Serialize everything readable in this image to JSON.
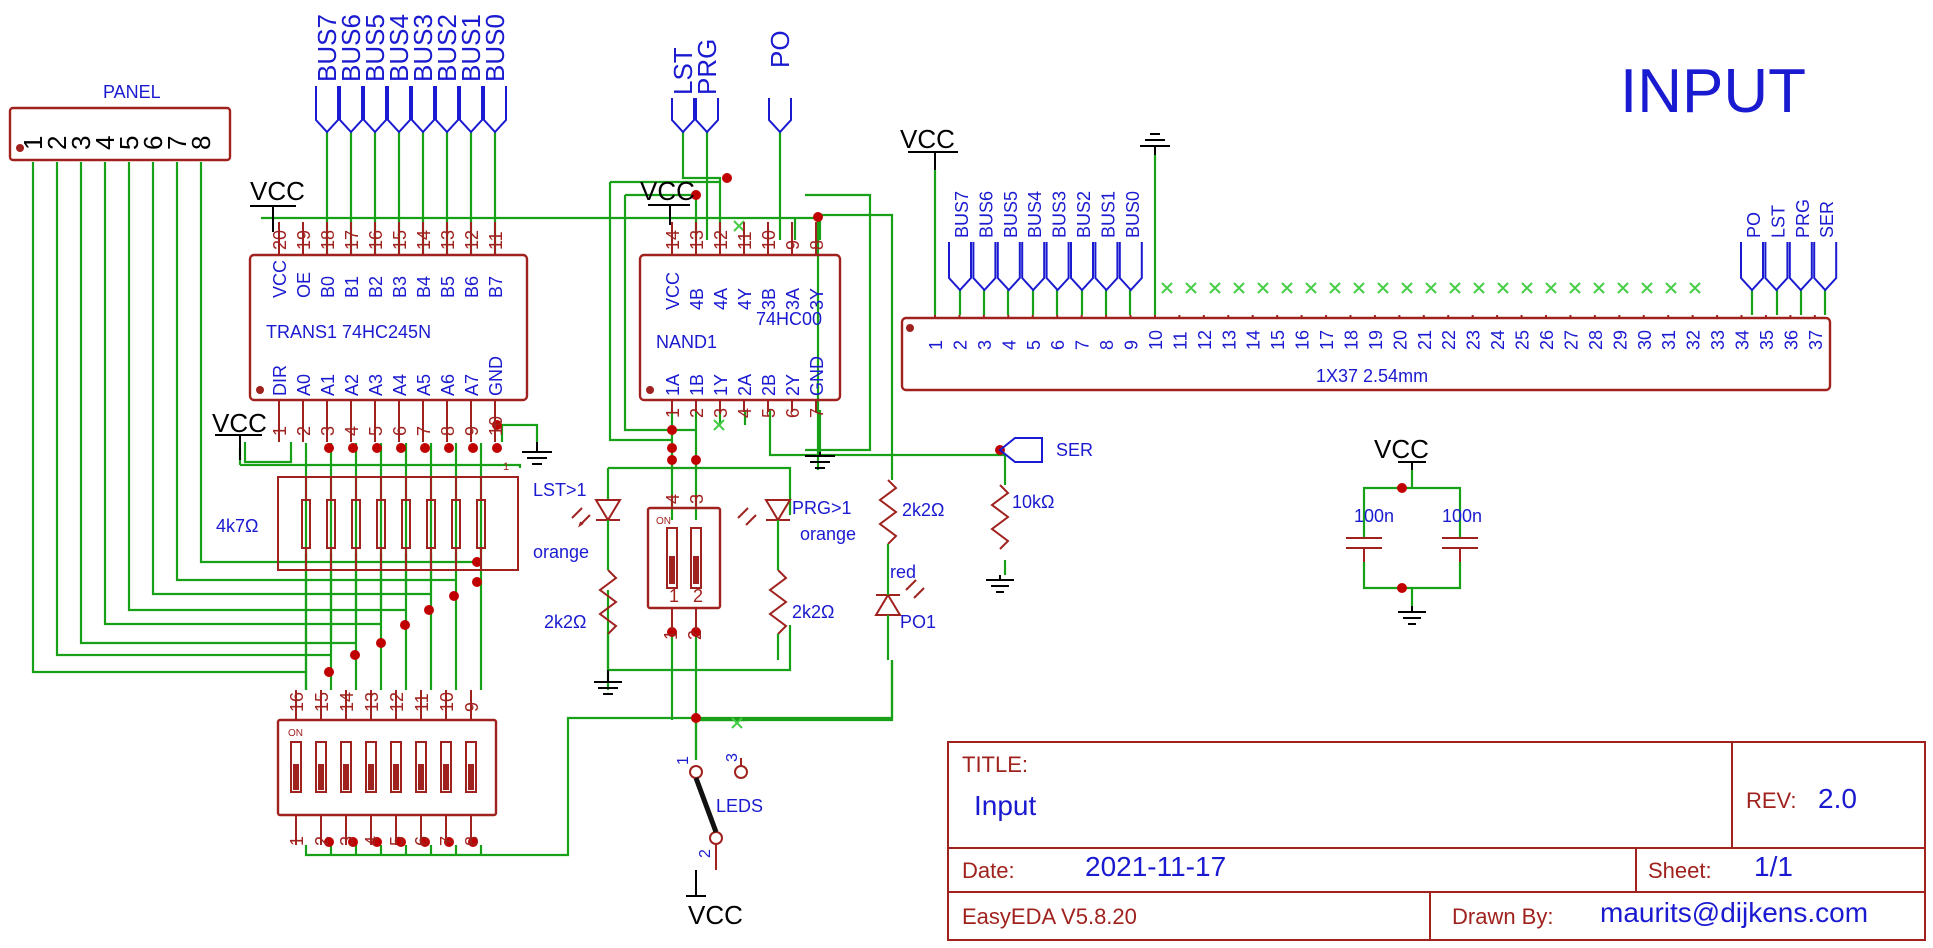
{
  "title_text": "INPUT",
  "components": {
    "panel": {
      "label": "PANEL",
      "pins": [
        "1",
        "2",
        "3",
        "4",
        "5",
        "6",
        "7",
        "8"
      ]
    },
    "trans": {
      "name": "TRANS1 74HC245N",
      "top_pin_names": [
        "VCC",
        "OE",
        "B0",
        "B1",
        "B2",
        "B3",
        "B4",
        "B5",
        "B6",
        "B7"
      ],
      "top_pin_nums": [
        "20",
        "19",
        "18",
        "17",
        "16",
        "15",
        "14",
        "13",
        "12",
        "11"
      ],
      "bottom_pin_names": [
        "DIR",
        "A0",
        "A1",
        "A2",
        "A3",
        "A4",
        "A5",
        "A6",
        "A7",
        "GND"
      ],
      "bottom_pin_nums": [
        "1",
        "2",
        "3",
        "4",
        "5",
        "6",
        "7",
        "8",
        "9",
        "10"
      ]
    },
    "nand": {
      "name": "NAND1",
      "part": "74HC00",
      "top_pin_names": [
        "VCC",
        "4B",
        "4A",
        "4Y",
        "3B",
        "3A",
        "3Y"
      ],
      "top_pin_nums": [
        "14",
        "13",
        "12",
        "11",
        "10",
        "9",
        "8"
      ],
      "bottom_pin_names": [
        "1A",
        "1B",
        "1Y",
        "2A",
        "2B",
        "2Y",
        "GND"
      ],
      "bottom_pin_nums": [
        "1",
        "2",
        "3",
        "4",
        "5",
        "6",
        "7"
      ]
    },
    "header": {
      "name": "1X37 2.54mm",
      "pins": [
        "1",
        "2",
        "3",
        "4",
        "5",
        "6",
        "7",
        "8",
        "9",
        "10",
        "11",
        "12",
        "13",
        "14",
        "15",
        "16",
        "17",
        "18",
        "19",
        "20",
        "21",
        "22",
        "23",
        "24",
        "25",
        "26",
        "27",
        "28",
        "29",
        "30",
        "31",
        "32",
        "33",
        "34",
        "35",
        "36",
        "37"
      ],
      "bus_labels": [
        "BUS7",
        "BUS6",
        "BUS5",
        "BUS4",
        "BUS3",
        "BUS2",
        "BUS1",
        "BUS0"
      ],
      "signal_labels": [
        "PO",
        "LST",
        "PRG",
        "SER"
      ],
      "vcc": "VCC"
    },
    "resistor_array": {
      "value": "4k7Ω",
      "pin1": "1"
    },
    "dip8": {
      "on": "ON",
      "top_nums": [
        "16",
        "15",
        "14",
        "13",
        "12",
        "11",
        "10",
        "9"
      ],
      "bottom_nums": [
        "1",
        "2",
        "3",
        "4",
        "5",
        "6",
        "7",
        "8"
      ]
    },
    "dip2": {
      "on": "ON",
      "top_nums": [
        "4",
        "3"
      ],
      "bottom_nums": [
        "1",
        "2"
      ],
      "inner_nums": [
        "1",
        "2"
      ]
    },
    "led_lst": {
      "label": "LST>1",
      "color": "orange"
    },
    "led_prg": {
      "label": "PRG>1",
      "color": "orange"
    },
    "led_po": {
      "label": "PO1",
      "color": "red"
    },
    "resistors": {
      "r_lst": "2k2Ω",
      "r_prg": "2k2Ω",
      "r_po": "2k2Ω",
      "r_ser": "10kΩ"
    },
    "caps": {
      "c1": "100n",
      "c2": "100n",
      "vcc": "VCC"
    },
    "switch": {
      "label": "LEDS",
      "pin1": "1",
      "pin2": "2",
      "pin3": "3"
    }
  },
  "nets": {
    "bus_top": [
      "BUS7",
      "BUS6",
      "BUS5",
      "BUS4",
      "BUS3",
      "BUS2",
      "BUS1",
      "BUS0"
    ],
    "lst": "LST",
    "prg": "PRG",
    "po": "PO",
    "ser": "SER",
    "vcc_trans": "VCC",
    "vcc_dir": "VCC",
    "vcc_nand": "VCC",
    "vcc_switch": "VCC"
  },
  "title_block": {
    "title_label": "TITLE:",
    "title": "Input",
    "rev_label": "REV:",
    "rev": "2.0",
    "date_label": "Date:",
    "date": "2021-11-17",
    "sheet_label": "Sheet:",
    "sheet": "1/1",
    "tool": "EasyEDA V5.8.20",
    "drawn_label": "Drawn By:",
    "drawn": "maurits@dijkens.com"
  }
}
